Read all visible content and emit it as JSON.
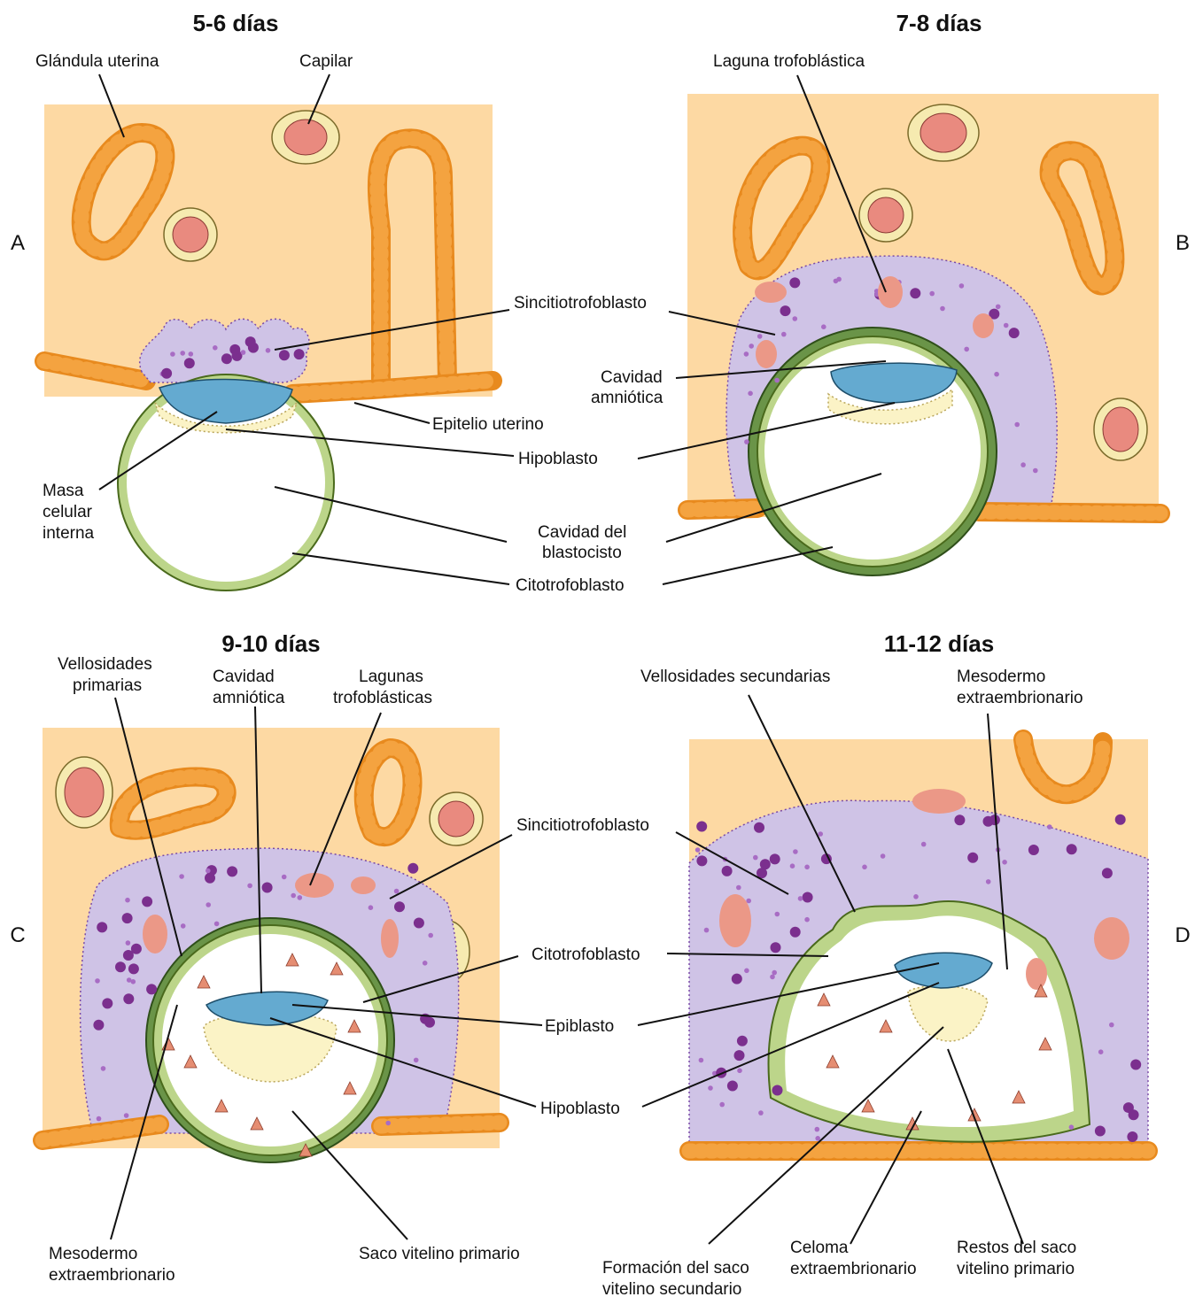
{
  "panels": {
    "A": {
      "letter": "A",
      "title": "5-6 días",
      "labels": {
        "gland": "Glándula uterina",
        "capillary": "Capilar",
        "syncytio": "Sincitiotrofoblasto",
        "uterine_epithelium": "Epitelio uterino",
        "hypoblast": "Hipoblasto",
        "inner_mass_1": "Masa",
        "inner_mass_2": "celular",
        "inner_mass_3": "interna",
        "blastocyst_cavity_1": "Cavidad del",
        "blastocyst_cavity_2": "blastocisto",
        "cytotrophoblast": "Citotrofoblasto"
      }
    },
    "B": {
      "letter": "B",
      "title": "7-8 días",
      "labels": {
        "lacuna": "Laguna trofoblástica",
        "amniotic_1": "Cavidad",
        "amniotic_2": "amniótica"
      }
    },
    "C": {
      "letter": "C",
      "title": "9-10 días",
      "labels": {
        "primary_villi_1": "Vellosidades",
        "primary_villi_2": "primarias",
        "amniotic_1": "Cavidad",
        "amniotic_2": "amniótica",
        "lacunae_1": "Lagunas",
        "lacunae_2": "trofoblásticas",
        "syncytio": "Sincitiotrofoblasto",
        "cytotrophoblast": "Citotrofoblasto",
        "epiblast": "Epiblasto",
        "hypoblast": "Hipoblasto",
        "ext_mesoderm_1": "Mesodermo",
        "ext_mesoderm_2": "extraembrionario",
        "primary_yolk_sac": "Saco vitelino primario"
      }
    },
    "D": {
      "letter": "D",
      "title": "11-12 días",
      "labels": {
        "secondary_villi": "Vellosidades secundarias",
        "ext_mesoderm_1": "Mesodermo",
        "ext_mesoderm_2": "extraembrionario",
        "secondary_yolk_sac_1": "Formación del saco",
        "secondary_yolk_sac_2": "vitelino secundario",
        "celom_1": "Celoma",
        "celom_2": "extraembrionario",
        "remnants_1": "Restos del saco",
        "remnants_2": "vitelino primario"
      }
    }
  },
  "colors": {
    "endometrium": "#fdd9a3",
    "syncytiotrophoblast": "#cfc3e6",
    "cytotrophoblast": "#bcd58a",
    "epiblast": "#64aad0",
    "hypoblast": "#fbf3c6",
    "uterine_epithelium": "#f4a340",
    "capillary_blood": "#e98a7f",
    "lacunae": "#eb9887"
  }
}
